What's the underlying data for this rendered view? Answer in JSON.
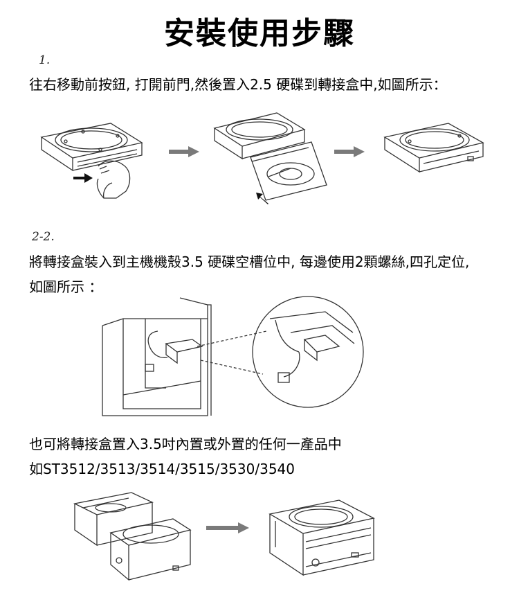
{
  "title": "安裝使用步驟",
  "step1": {
    "number": "1.",
    "text": "往右移動前按鈕, 打開前門,然後置入2.5 硬碟到轉接盒中,如圖所示："
  },
  "step2": {
    "number": "2-2.",
    "line1": "將轉接盒裝入到主機機殼3.5 硬碟空槽位中, 每邊使用2顆螺絲,四孔定位,",
    "line2": "如圖所示 ："
  },
  "step3": {
    "line1": "也可將轉接盒置入3.5吋內置或外置的任何一產品中",
    "line2": "如ST3512/3513/3514/3515/3530/3540"
  },
  "colors": {
    "arrow": "#7a7a7a",
    "line": "#333333"
  }
}
